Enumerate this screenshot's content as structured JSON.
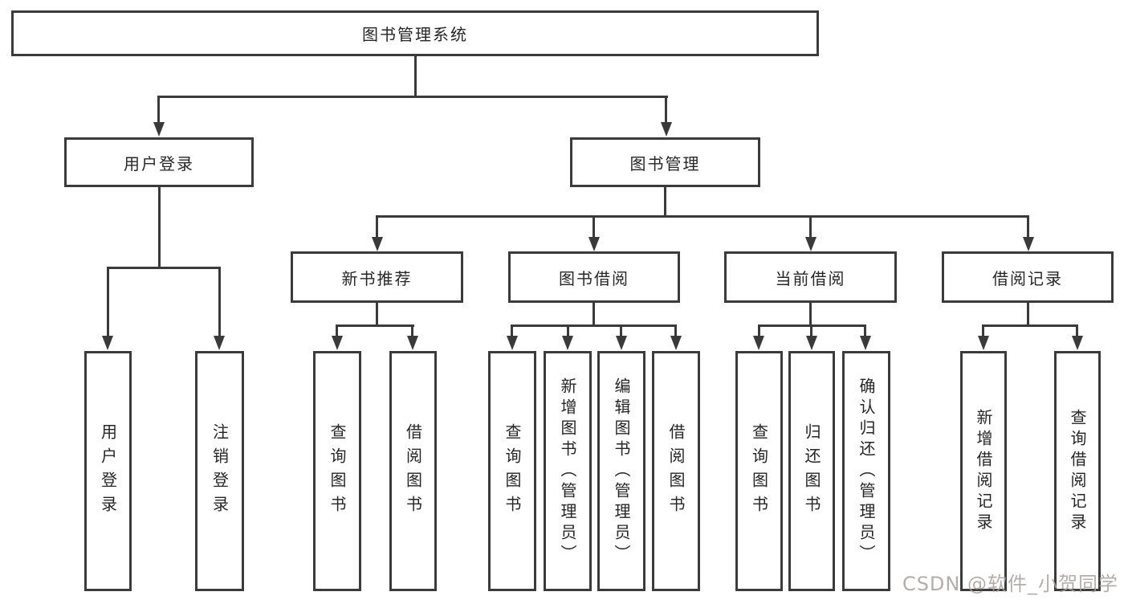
{
  "tree": {
    "root": {
      "label": "图书管理系统",
      "children": {
        "user_login": {
          "label": "用户登录",
          "children": {
            "login": {
              "label": "用户登录"
            },
            "logout": {
              "label": "注销登录"
            }
          }
        },
        "book_mgmt": {
          "label": "图书管理",
          "children": {
            "new_book": {
              "label": "新书推荐",
              "children": {
                "query_book": {
                  "label": "查询图书"
                },
                "borrow_book": {
                  "label": "借阅图书"
                }
              }
            },
            "book_borrow": {
              "label": "图书借阅",
              "children": {
                "query_book": {
                  "label": "查询图书"
                },
                "add_book": {
                  "label": "新增图书（管理员）"
                },
                "edit_book": {
                  "label": "编辑图书（管理员）"
                },
                "borrow_book": {
                  "label": "借阅图书"
                }
              }
            },
            "current_borrow": {
              "label": "当前借阅",
              "children": {
                "query_book": {
                  "label": "查询图书"
                },
                "return_book": {
                  "label": "归还图书"
                },
                "confirm_return": {
                  "label": "确认归还（管理员）"
                }
              }
            },
            "borrow_record": {
              "label": "借阅记录",
              "children": {
                "add_record": {
                  "label": "新增借阅记录"
                },
                "query_record": {
                  "label": "查询借阅记录"
                }
              }
            }
          }
        }
      }
    }
  },
  "watermark": {
    "text": "CSDN @软件_小贺同学"
  },
  "colors": {
    "line": "#3a3a3a",
    "box_border": "#3b3b3b",
    "text": "#262626",
    "background": "#ffffff",
    "watermark": "#a89e9e"
  }
}
